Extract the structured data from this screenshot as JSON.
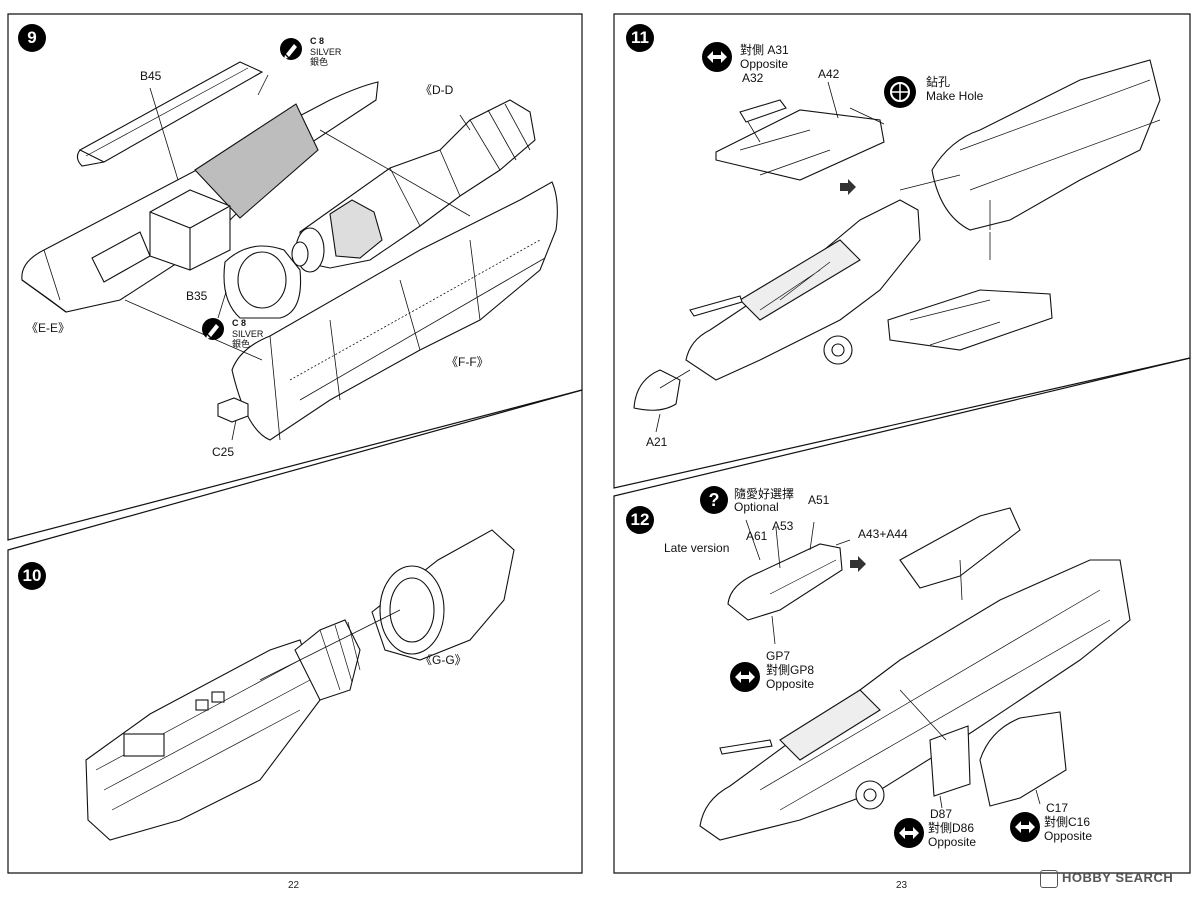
{
  "pages": {
    "left_number": "22",
    "right_number": "23"
  },
  "watermark": "HOBBY SEARCH",
  "step9": {
    "number": "9",
    "labels": {
      "b45": "B45",
      "dd": "《D-D",
      "ee": "《E-E》",
      "ff": "《F-F》",
      "b35": "B35",
      "c25": "C25"
    },
    "paint1": {
      "code": "C 8",
      "name": "SILVER",
      "name_zh": "銀色"
    },
    "paint2": {
      "code": "C 8",
      "name": "SILVER",
      "name_zh": "銀色"
    }
  },
  "step10": {
    "number": "10",
    "labels": {
      "gg": "《G-G》"
    }
  },
  "step11": {
    "number": "11",
    "opposite": {
      "zh": "對側 A31",
      "en": "Opposite"
    },
    "labels": {
      "a32": "A32",
      "a42": "A42",
      "a21": "A21"
    },
    "make_hole": {
      "zh": "鉆孔",
      "en": "Make Hole"
    }
  },
  "step12": {
    "number": "12",
    "optional": {
      "zh": "隨愛好選擇",
      "en": "Optional"
    },
    "labels": {
      "a51": "A51",
      "a53": "A53",
      "a61": "A61",
      "late_version": "Late version",
      "a43a44": "A43+A44",
      "gp7": "GP7",
      "d87": "D87",
      "c17": "C17"
    },
    "opp_gp8": {
      "zh": "對側GP8",
      "en": "Opposite"
    },
    "opp_d86": {
      "zh": "對側D86",
      "en": "Opposite"
    },
    "opp_c16": {
      "zh": "對側C16",
      "en": "Opposite"
    }
  }
}
